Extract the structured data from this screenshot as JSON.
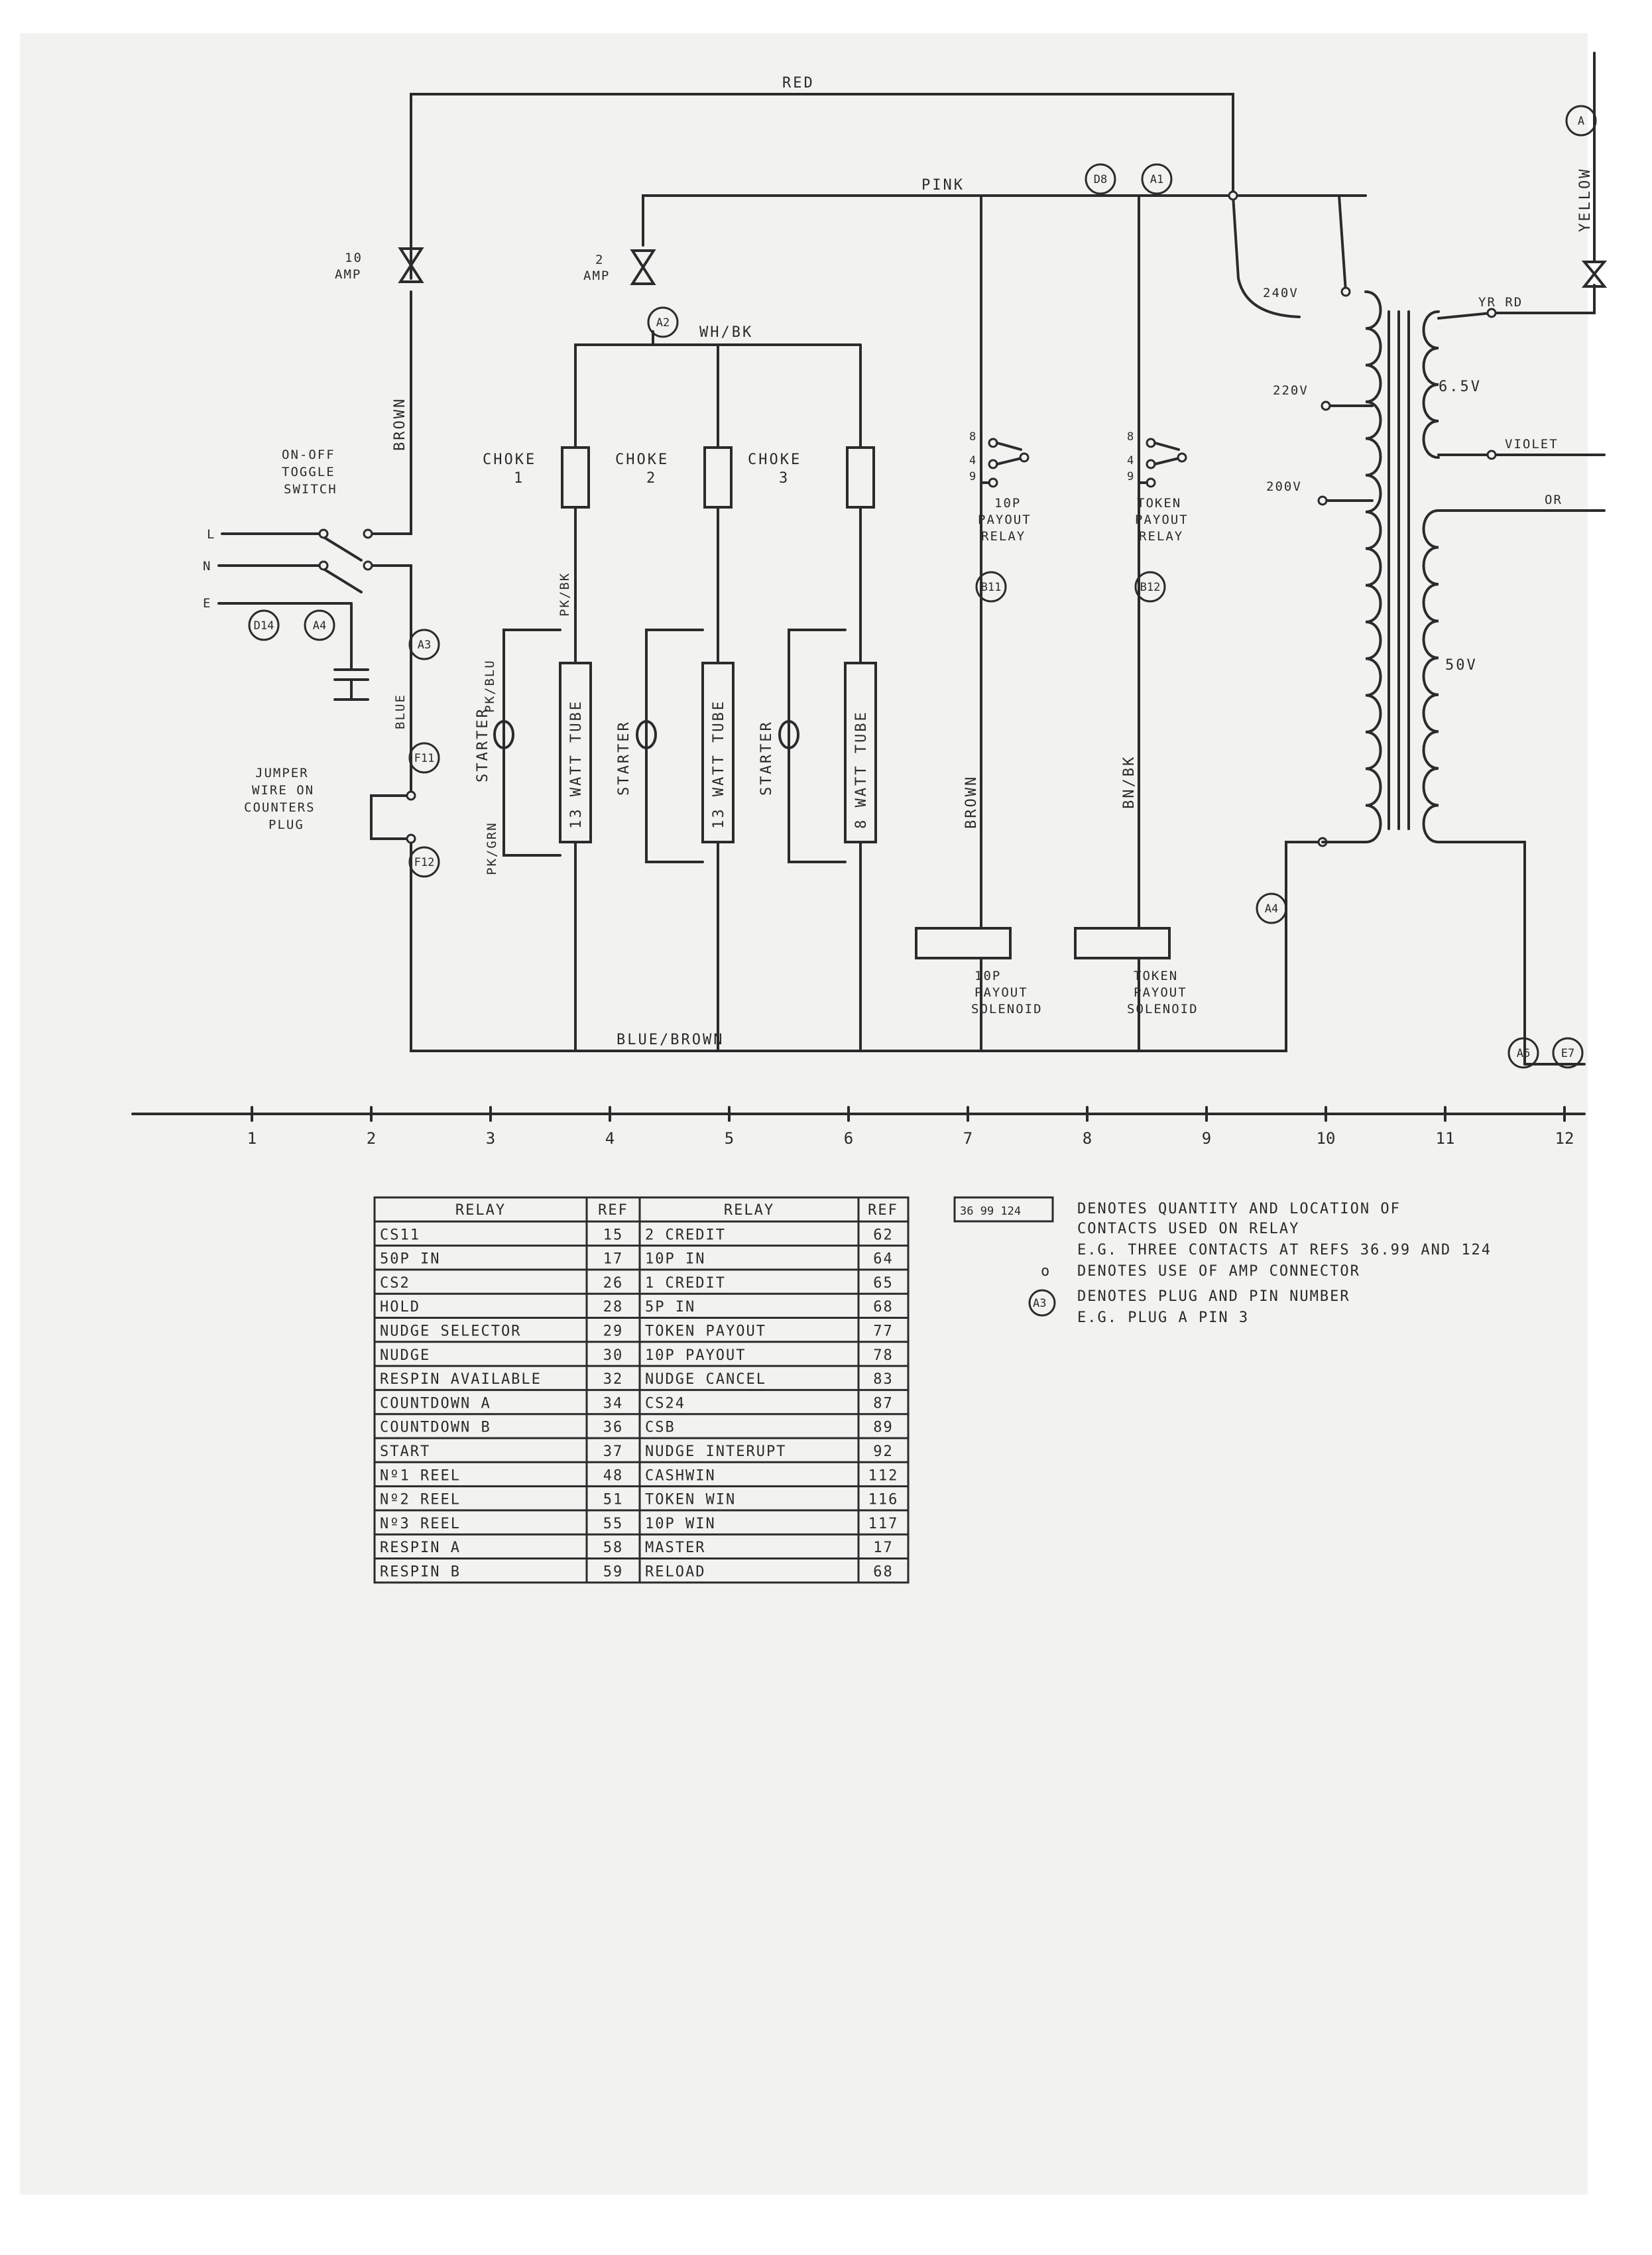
{
  "wires": {
    "red": "RED",
    "pink": "PINK",
    "brown_main": "BROWN",
    "wh_bk": "WH/BK",
    "blue": "BLUE",
    "blue_brown": "BLUE/BROWN",
    "pk_bk": "PK/BK",
    "pk_blu": "PK/BLU",
    "pk_grn": "PK/GRN",
    "brown_relay": "BROWN",
    "bn_bk": "BN/BK",
    "yellow": "YELLOW",
    "yr_rd": "YR RD",
    "violet": "VIOLET",
    "or": "OR"
  },
  "fuses": {
    "main": [
      "10",
      "AMP"
    ],
    "aux": [
      "2",
      "AMP"
    ]
  },
  "mains": {
    "l": "L",
    "n": "N",
    "e": "E"
  },
  "switch": [
    "ON-OFF",
    "TOGGLE",
    "SWITCH"
  ],
  "jumper": [
    "JUMPER",
    "WIRE ON",
    "COUNTERS",
    "PLUG"
  ],
  "chokes": [
    "CHOKE",
    "CHOKE",
    "CHOKE"
  ],
  "choke_nums": [
    "1",
    "2",
    "3"
  ],
  "starters": [
    "STARTER",
    "STARTER",
    "STARTER"
  ],
  "tubes": [
    "13 WATT TUBE",
    "13 WATT TUBE",
    "8 WATT TUBE"
  ],
  "relays": {
    "payout10p": [
      "10P",
      "PAYOUT",
      "RELAY"
    ],
    "token": [
      "TOKEN",
      "PAYOUT",
      "RELAY"
    ],
    "contact_8": "8",
    "contact_4": "4",
    "contact_9": "9"
  },
  "solenoids": {
    "payout10p": [
      "10P",
      "PAYOUT",
      "SOLENOID"
    ],
    "token": [
      "TOKEN",
      "PAYOUT",
      "SOLENOID"
    ]
  },
  "transformer": {
    "taps": [
      "240V",
      "220V",
      "200V"
    ],
    "secondary": [
      "6.5V",
      "50V"
    ]
  },
  "connectors": {
    "a": "A",
    "d8": "D8",
    "a1": "A1",
    "a2": "A2",
    "d14": "D14",
    "a4": "A4",
    "a3": "A3",
    "f11": "F11",
    "f12": "F12",
    "b11": "B11",
    "b12": "B12",
    "a4_lower": "A4",
    "a6": "A6",
    "e7": "E7"
  },
  "grid_numbers": [
    "1",
    "2",
    "3",
    "4",
    "5",
    "6",
    "7",
    "8",
    "9",
    "10",
    "11",
    "12"
  ],
  "relay_table": {
    "headers": [
      "RELAY",
      "REF",
      "RELAY",
      "REF"
    ],
    "rows": [
      [
        "CS11",
        "15",
        "2 CREDIT",
        "62"
      ],
      [
        "50P IN",
        "17",
        "10P IN",
        "64"
      ],
      [
        "CS2",
        "26",
        "1 CREDIT",
        "65"
      ],
      [
        "HOLD",
        "28",
        "5P IN",
        "68"
      ],
      [
        "NUDGE SELECTOR",
        "29",
        "TOKEN PAYOUT",
        "77"
      ],
      [
        "NUDGE",
        "30",
        "10P PAYOUT",
        "78"
      ],
      [
        "RESPIN AVAILABLE",
        "32",
        "NUDGE CANCEL",
        "83"
      ],
      [
        "COUNTDOWN A",
        "34",
        "CS24",
        "87"
      ],
      [
        "COUNTDOWN B",
        "36",
        "CSB",
        "89"
      ],
      [
        "START",
        "37",
        "NUDGE INTERUPT",
        "92"
      ],
      [
        "Nº1 REEL",
        "48",
        "CASHWIN",
        "112"
      ],
      [
        "Nº2 REEL",
        "51",
        "TOKEN WIN",
        "116"
      ],
      [
        "Nº3 REEL",
        "55",
        "10P WIN",
        "117"
      ],
      [
        "RESPIN A",
        "58",
        "MASTER",
        "17"
      ],
      [
        "RESPIN B",
        "59",
        "RELOAD",
        "68"
      ]
    ]
  },
  "legend": {
    "box_label": "36 99 124",
    "contacts_line1": "DENOTES QUANTITY AND LOCATION OF",
    "contacts_line2": "CONTACTS USED ON RELAY",
    "contacts_line3": "E.G. THREE CONTACTS AT REFS 36.99 AND 124",
    "amp_symbol": "o",
    "amp_text": "DENOTES USE OF AMP CONNECTOR",
    "plug_symbol": "A3",
    "plug_line1": "DENOTES PLUG AND PIN NUMBER",
    "plug_line2": "E.G. PLUG A PIN 3"
  }
}
